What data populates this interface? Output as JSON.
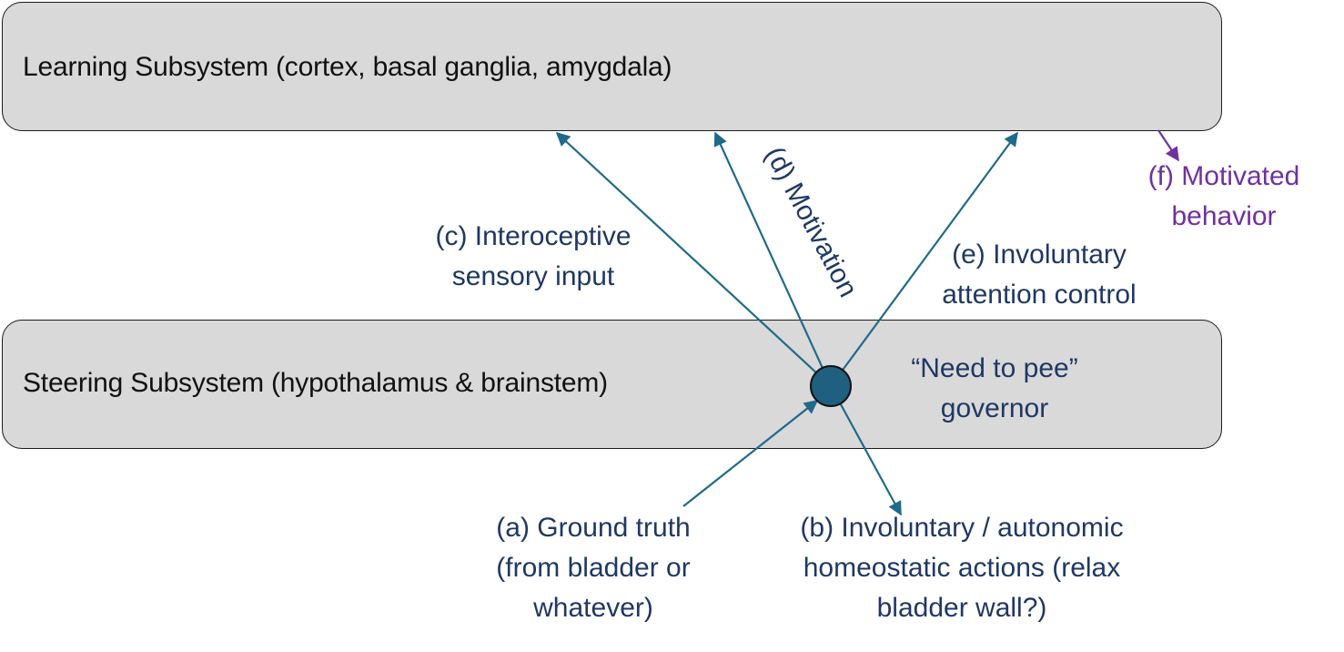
{
  "learning_subsystem": {
    "title": "Learning Subsystem (cortex, basal ganglia, amygdala)"
  },
  "steering_subsystem": {
    "title": "Steering Subsystem (hypothalamus & brainstem)"
  },
  "governor": {
    "lines": [
      "“Need to pee”",
      "governor"
    ]
  },
  "labels": {
    "a": [
      "(a) Ground truth",
      "(from bladder or",
      "whatever)"
    ],
    "b": [
      "(b) Involuntary  / autonomic",
      "homeostatic actions (relax",
      "bladder wall?)"
    ],
    "c": [
      "(c) Interoceptive",
      "sensory input"
    ],
    "d": "(d) Motivation",
    "e": [
      "(e) Involuntary",
      "attention control"
    ],
    "f": [
      "(f) Motivated",
      "behavior"
    ]
  },
  "colors": {
    "arrow": "#1f6a8a",
    "node_fill": "#1f5f7f",
    "label_text": "#1f3864",
    "motivated_behavior": "#7030a0",
    "box_fill": "#d9d9d9"
  }
}
